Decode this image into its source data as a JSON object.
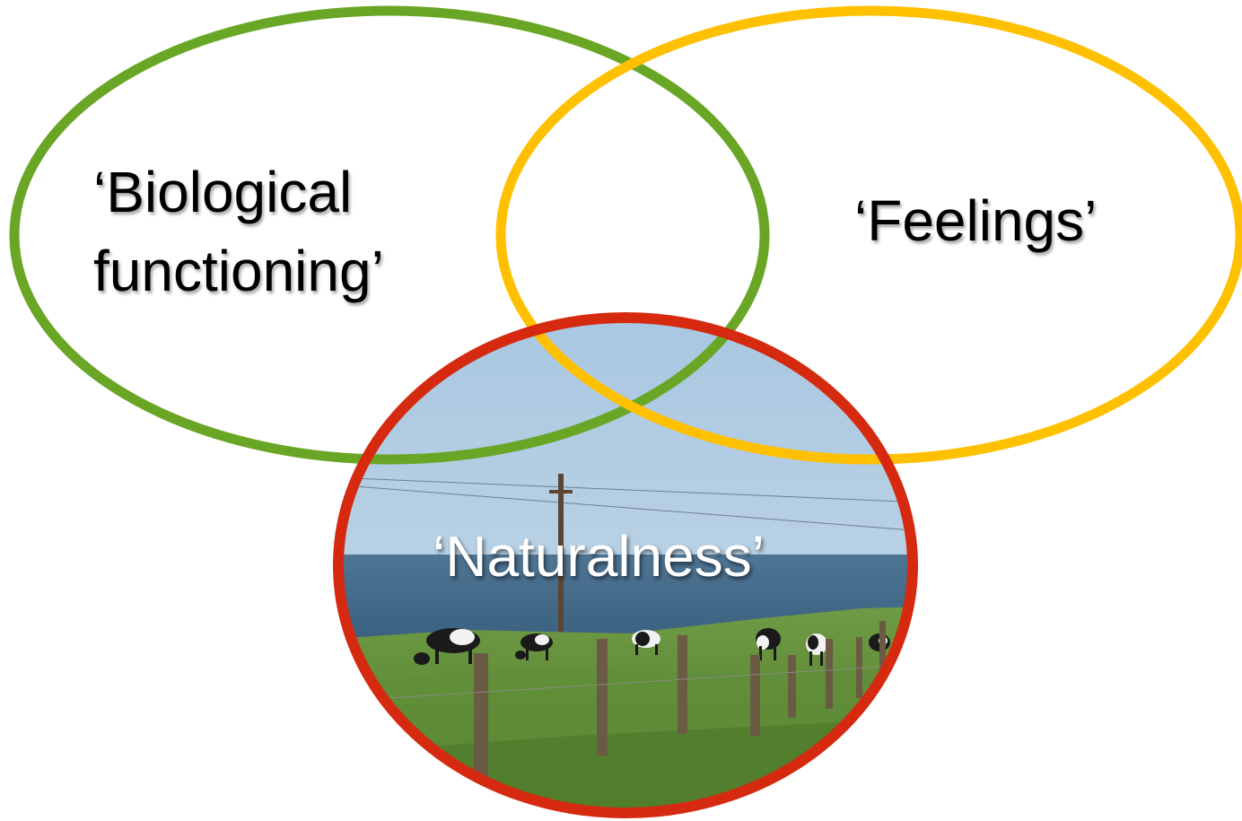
{
  "diagram": {
    "circles": [
      {
        "id": "biological",
        "label_lines": [
          "‘Biological",
          "functioning’"
        ],
        "color": "#6aa626"
      },
      {
        "id": "feelings",
        "label": "‘Feelings’",
        "color": "#ffc000"
      },
      {
        "id": "naturalness",
        "label": "‘Naturalness’",
        "color": "#d52a0f",
        "has_photo": true
      }
    ]
  }
}
